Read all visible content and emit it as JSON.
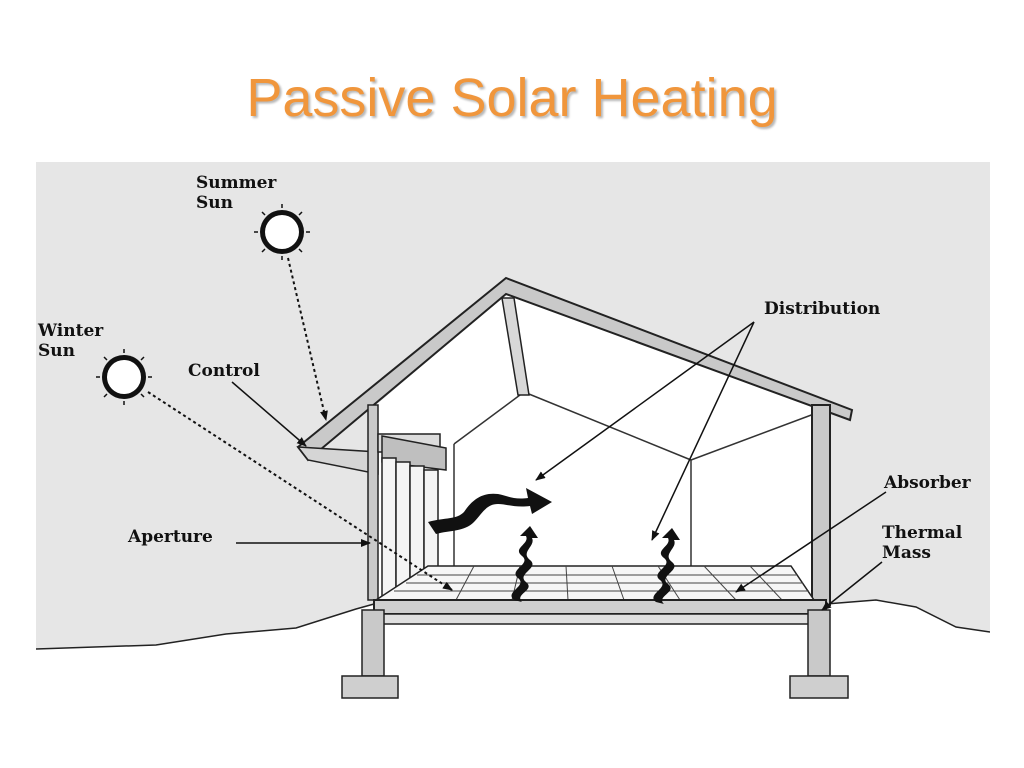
{
  "title": "Passive Solar Heating",
  "labels": {
    "summer_sun_line1": "Summer",
    "summer_sun_line2": "Sun",
    "winter_sun_line1": "Winter",
    "winter_sun_line2": "Sun",
    "control": "Control",
    "aperture": "Aperture",
    "distribution": "Distribution",
    "absorber": "Absorber",
    "thermal_mass_line1": "Thermal",
    "thermal_mass_line2": "Mass"
  },
  "colors": {
    "title": "#f0963c",
    "background": "#e6e6e6",
    "interior": "#ffffff",
    "structure": "#c9c9c9",
    "ink": "#111111"
  }
}
